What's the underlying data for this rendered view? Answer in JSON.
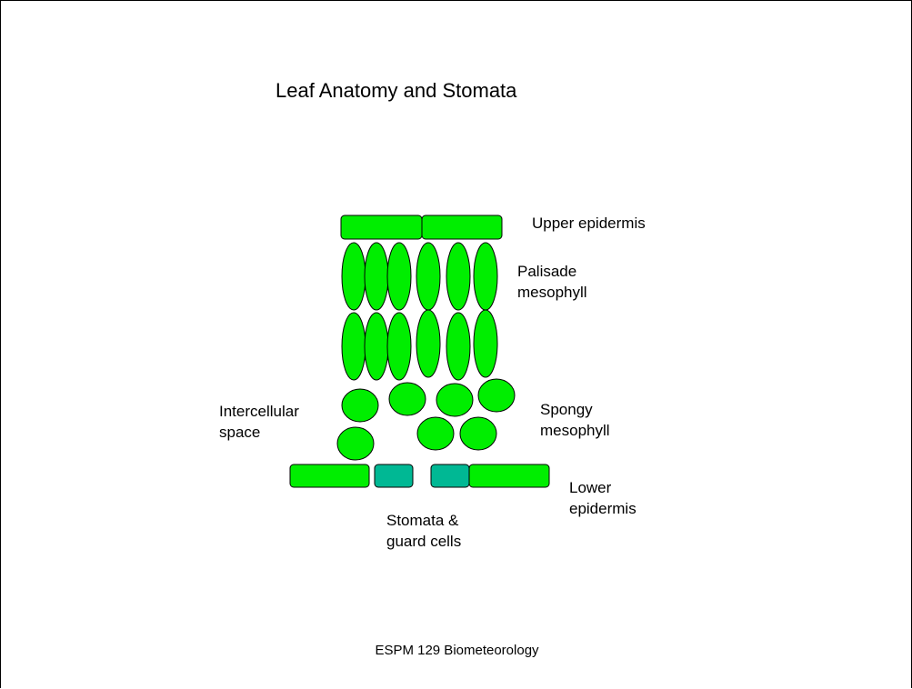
{
  "slide": {
    "title": "Leaf Anatomy and Stomata",
    "footer": "ESPM 129 Biometeorology"
  },
  "colors": {
    "cell_fill": "#00ee00",
    "guard_cell_fill": "#00b894",
    "outline": "#000000"
  },
  "labels": {
    "upper_epidermis": "Upper epidermis",
    "palisade_line1": "Palisade",
    "palisade_line2": "mesophyll",
    "intercellular_line1": "Intercellular",
    "intercellular_line2": "space",
    "spongy_line1": "Spongy",
    "spongy_line2": "mesophyll",
    "lower_line1": "Lower",
    "lower_line2": "epidermis",
    "stomata_line1": "Stomata &",
    "stomata_line2": "guard cells"
  }
}
